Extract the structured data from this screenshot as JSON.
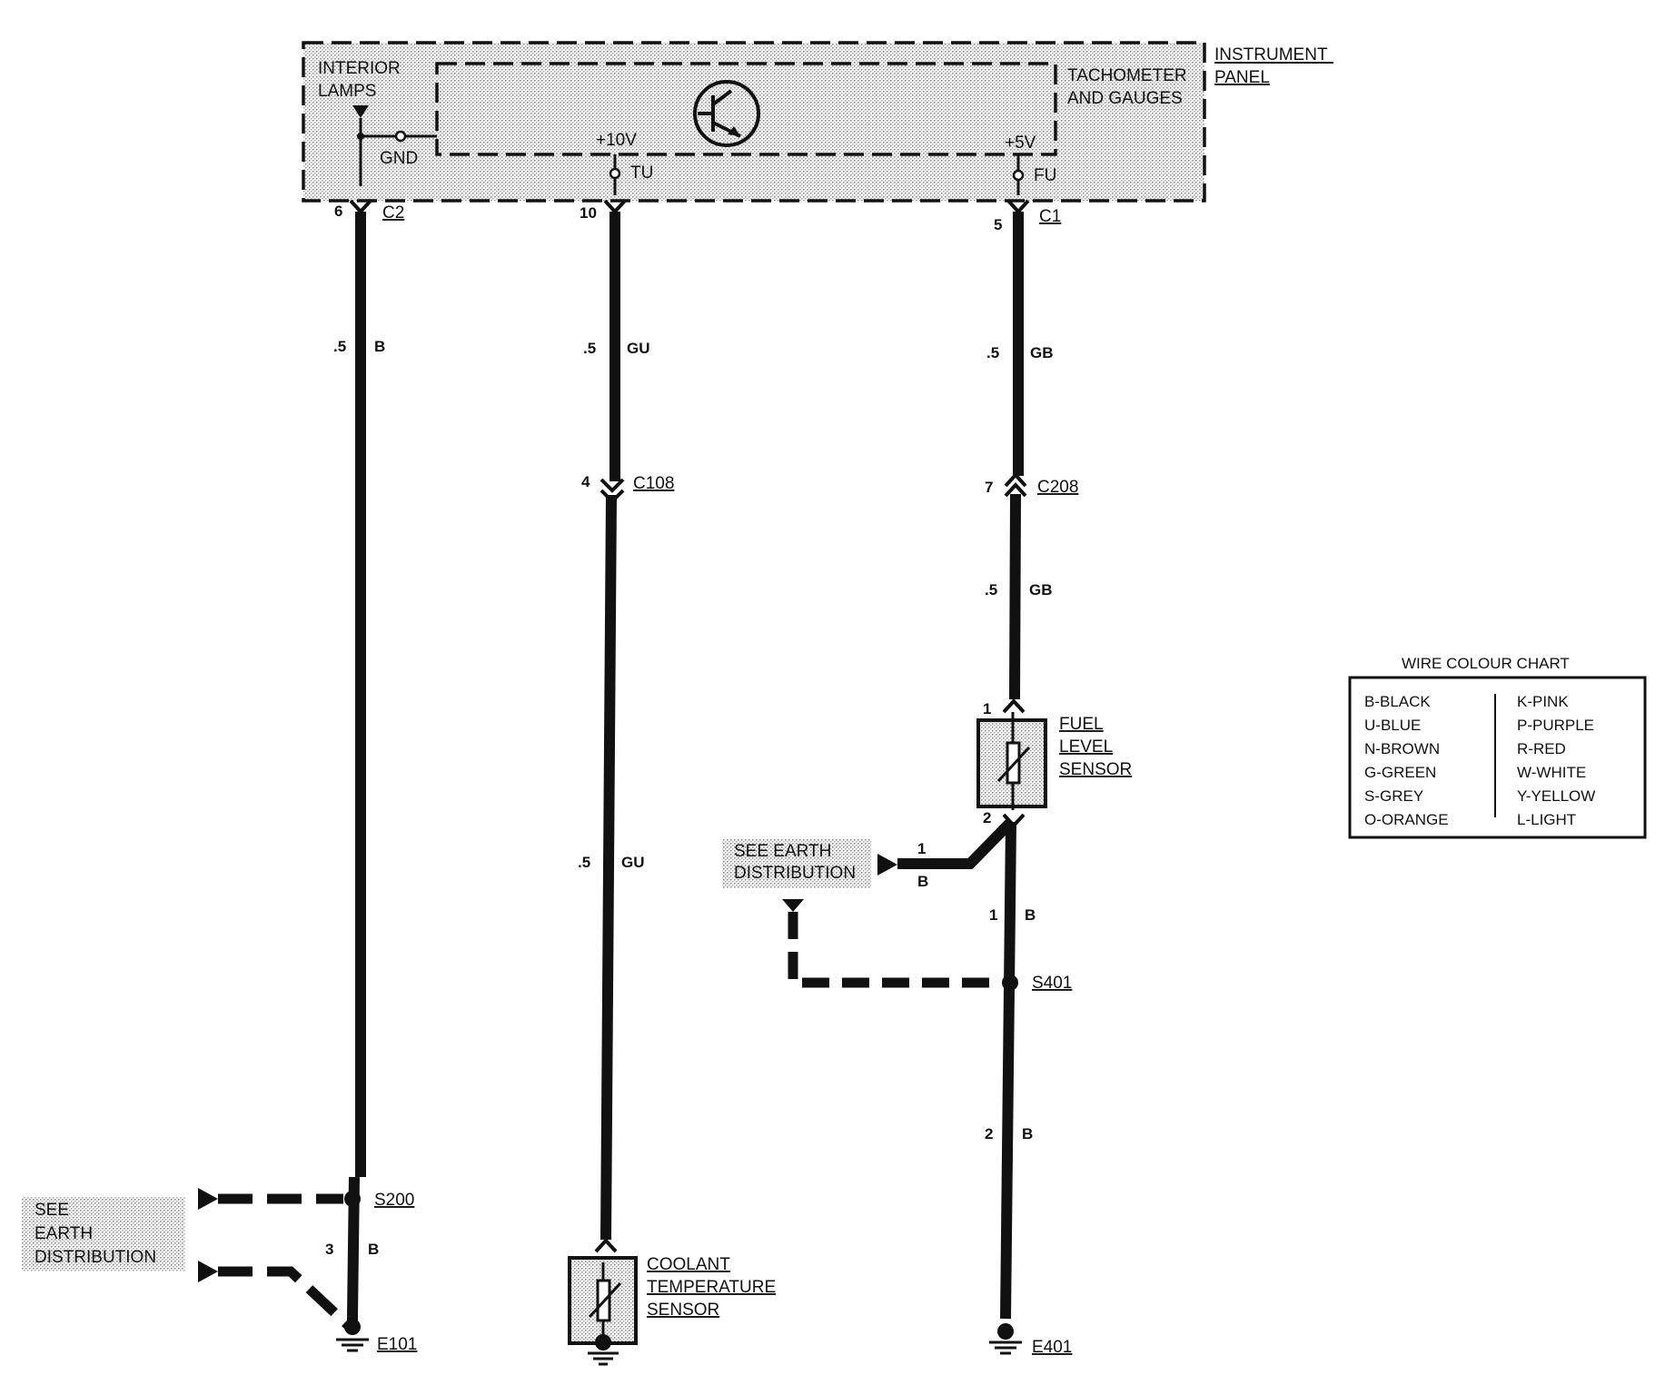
{
  "instrument_panel": {
    "label_line1": "INSTRUMENT",
    "label_line2": "PANEL",
    "interior_lamps_line1": "INTERIOR",
    "interior_lamps_line2": "LAMPS",
    "gnd": "GND",
    "tacho_line1": "TACHOMETER",
    "tacho_line2": "AND GAUGES",
    "v10": "+10V",
    "v5": "+5V",
    "tu": "TU",
    "fu": "FU"
  },
  "connectors": {
    "c2": {
      "name": "C2",
      "pin": "6"
    },
    "c2_tu": {
      "pin": "10"
    },
    "c1": {
      "name": "C1",
      "pin": "5"
    },
    "c108": {
      "name": "C108",
      "pin": "4"
    },
    "c208": {
      "name": "C208",
      "pin": "7"
    }
  },
  "wires": {
    "left_top": {
      "size": ".5",
      "colour": "B"
    },
    "mid_top": {
      "size": ".5",
      "colour": "GU"
    },
    "mid_bottom": {
      "size": ".5",
      "colour": "GU"
    },
    "right_top": {
      "size": ".5",
      "colour": "GB"
    },
    "right_mid": {
      "size": ".5",
      "colour": "GB"
    },
    "right_lower1": {
      "size": "1",
      "colour": "B"
    },
    "right_lower2": {
      "size": "2",
      "colour": "B"
    },
    "left_lower": {
      "size": "3",
      "colour": "B"
    },
    "earth_branch": {
      "size": "1",
      "colour": "B"
    }
  },
  "components": {
    "fuel_sensor": {
      "line1": "FUEL",
      "line2": "LEVEL",
      "line3": "SENSOR",
      "pin1": "1",
      "pin2": "2"
    },
    "coolant_sensor": {
      "line1": "COOLANT",
      "line2": "TEMPERATURE",
      "line3": "SENSOR"
    }
  },
  "splices": {
    "s200": "S200",
    "s401": "S401"
  },
  "grounds": {
    "e101": "E101",
    "e401": "E401"
  },
  "earth_refs": {
    "left": {
      "line1": "SEE",
      "line2": "EARTH",
      "line3": "DISTRIBUTION"
    },
    "right": {
      "line1": "SEE EARTH",
      "line2": "DISTRIBUTION"
    }
  },
  "colour_chart": {
    "title": "WIRE COLOUR CHART",
    "left": [
      "B-BLACK",
      "U-BLUE",
      "N-BROWN",
      "G-GREEN",
      "S-GREY",
      "O-ORANGE"
    ],
    "right": [
      "K-PINK",
      "P-PURPLE",
      "R-RED",
      "W-WHITE",
      "Y-YELLOW",
      "L-LIGHT"
    ]
  }
}
